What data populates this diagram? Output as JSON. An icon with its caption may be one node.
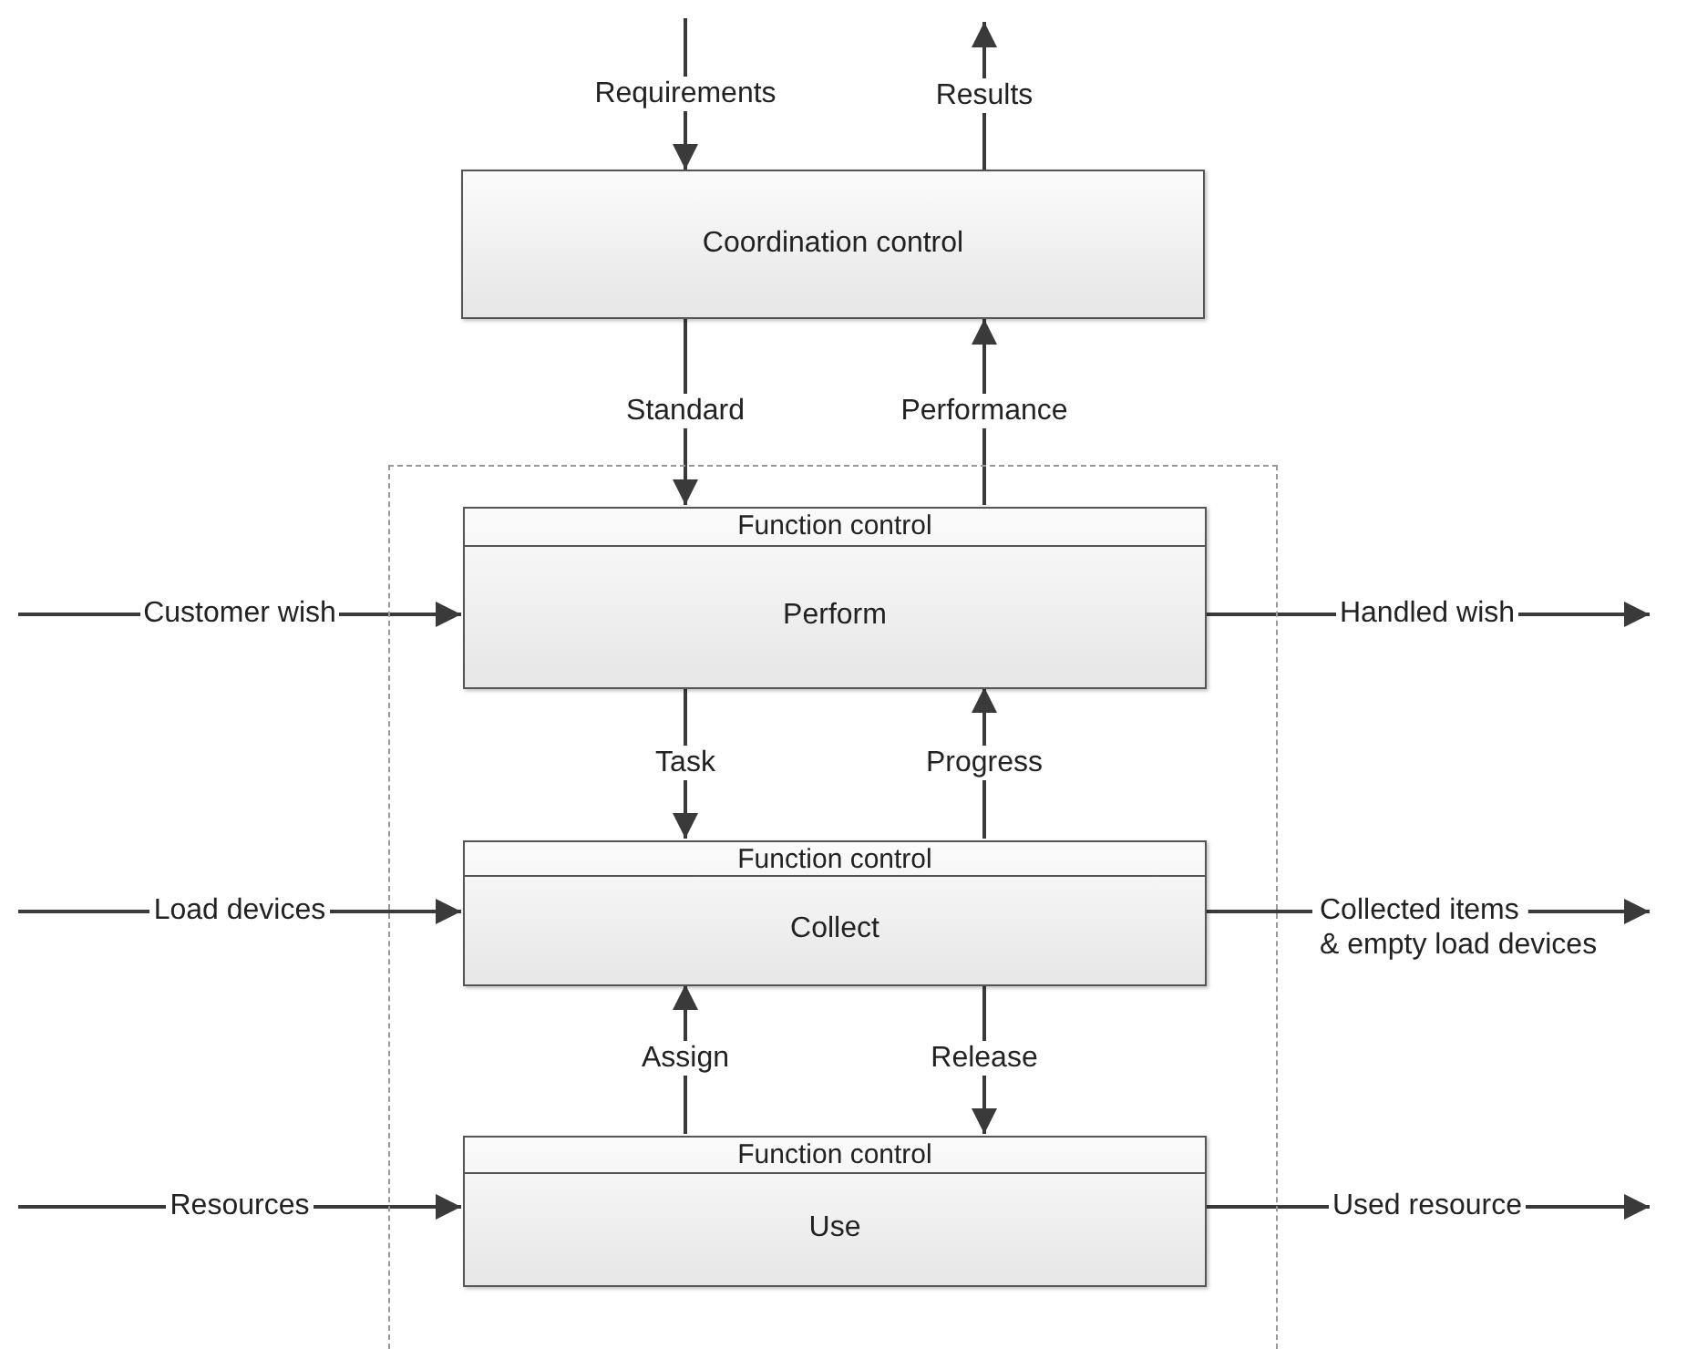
{
  "diagram": {
    "nodes": [
      {
        "text": [],
        "shape": "box"
      },
      {
        "text": [
          "Coordination control"
        ]
      },
      {
        "text": [
          "Function control",
          "Perform"
        ],
        "in": 0
      },
      {
        "text": [
          "Function control",
          "Collect"
        ],
        "in": 0
      },
      {
        "text": [
          "Function control",
          "Use"
        ],
        "in": 0
      }
    ],
    "edges": [
      {
        "from": null,
        "to": 1,
        "arrow": "to",
        "label": "Requirements"
      },
      {
        "from": 1,
        "to": null,
        "arrow": "to",
        "label": "Results"
      },
      {
        "from": 1,
        "to": 2,
        "arrow": "to",
        "label": "Standard"
      },
      {
        "from": 2,
        "to": 1,
        "arrow": "to",
        "label": "Performance"
      },
      {
        "from": null,
        "to": 2,
        "arrow": "to",
        "label": "Customer wish"
      },
      {
        "from": 2,
        "to": null,
        "arrow": "to",
        "label": "Handled wish"
      },
      {
        "from": 2,
        "to": 3,
        "arrow": "to",
        "label": "Task"
      },
      {
        "from": 3,
        "to": 2,
        "arrow": "to",
        "label": "Progress"
      },
      {
        "from": null,
        "to": 3,
        "arrow": "to",
        "label": "Load devices"
      },
      {
        "from": 3,
        "to": null,
        "arrow": "to",
        "label": "Collected items & empty load devices"
      },
      {
        "from": 4,
        "to": 3,
        "arrow": "to",
        "label": "Assign"
      },
      {
        "from": 3,
        "to": 4,
        "arrow": "to",
        "label": "Release"
      },
      {
        "from": null,
        "to": 4,
        "arrow": "to",
        "label": "Resources"
      },
      {
        "from": 4,
        "to": null,
        "arrow": "to",
        "label": "Used resource"
      }
    ]
  }
}
